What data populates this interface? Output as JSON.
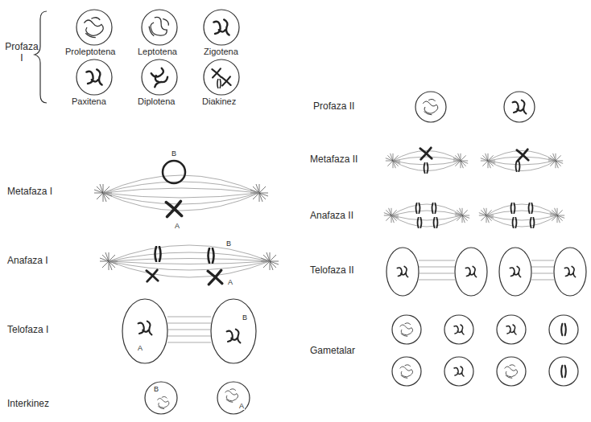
{
  "diagram": {
    "labels": [
      "Profaza I",
      "Proleptotena",
      "Leptotena",
      "Zigotena",
      "Paxitena",
      "Diplotena",
      "Diakinez",
      "Metafaza I",
      "B",
      "A",
      "Anafaza I",
      "B",
      "A",
      "Telofaza I",
      "B",
      "A",
      "Interkinez",
      "B",
      "A",
      "Profaza II",
      "Metafaza II",
      "Anafaza II",
      "Telofaza II",
      "Gametalar"
    ]
  }
}
